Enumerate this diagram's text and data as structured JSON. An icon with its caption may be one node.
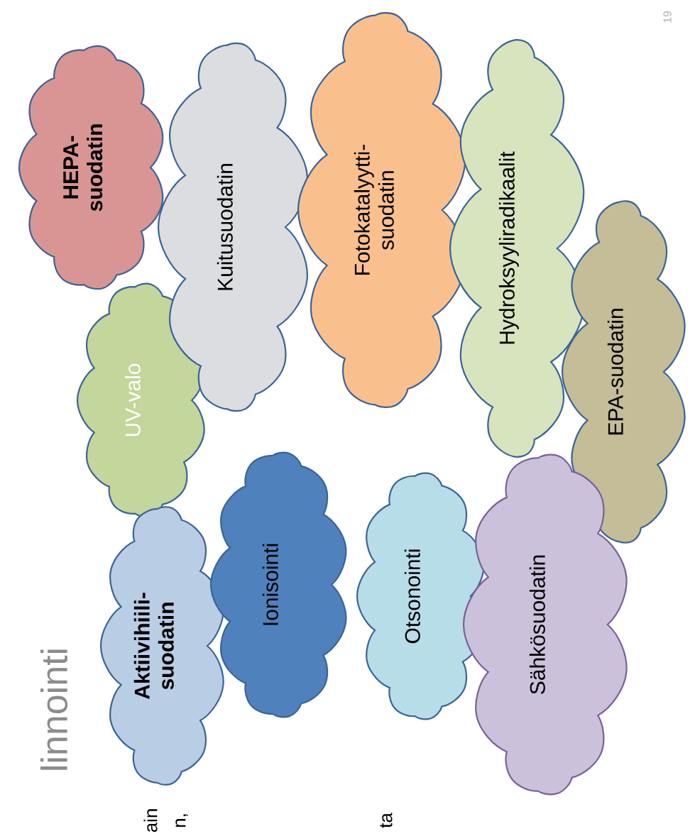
{
  "diagram": {
    "nodes": [
      {
        "text": [
          "HEPA- suodatin"
        ]
      },
      {
        "text": [
          "Kuitusuodatin"
        ]
      },
      {
        "text": [
          "Fotokatalyytti- suodatin"
        ]
      },
      {
        "text": [
          "Hydroksyyliradikaalit"
        ]
      },
      {
        "text": [
          "EPA-suodatin"
        ]
      },
      {
        "text": [
          "UV-valo"
        ]
      },
      {
        "text": [
          "Aktiivihiili- suodatin"
        ]
      },
      {
        "text": [
          "Ionisointi"
        ]
      },
      {
        "text": [
          "Otsonointi"
        ]
      },
      {
        "text": [
          "Sähkösuodatin"
        ]
      }
    ],
    "labels": [
      "linnointi",
      "ain",
      "n,",
      "ta",
      "19"
    ]
  }
}
